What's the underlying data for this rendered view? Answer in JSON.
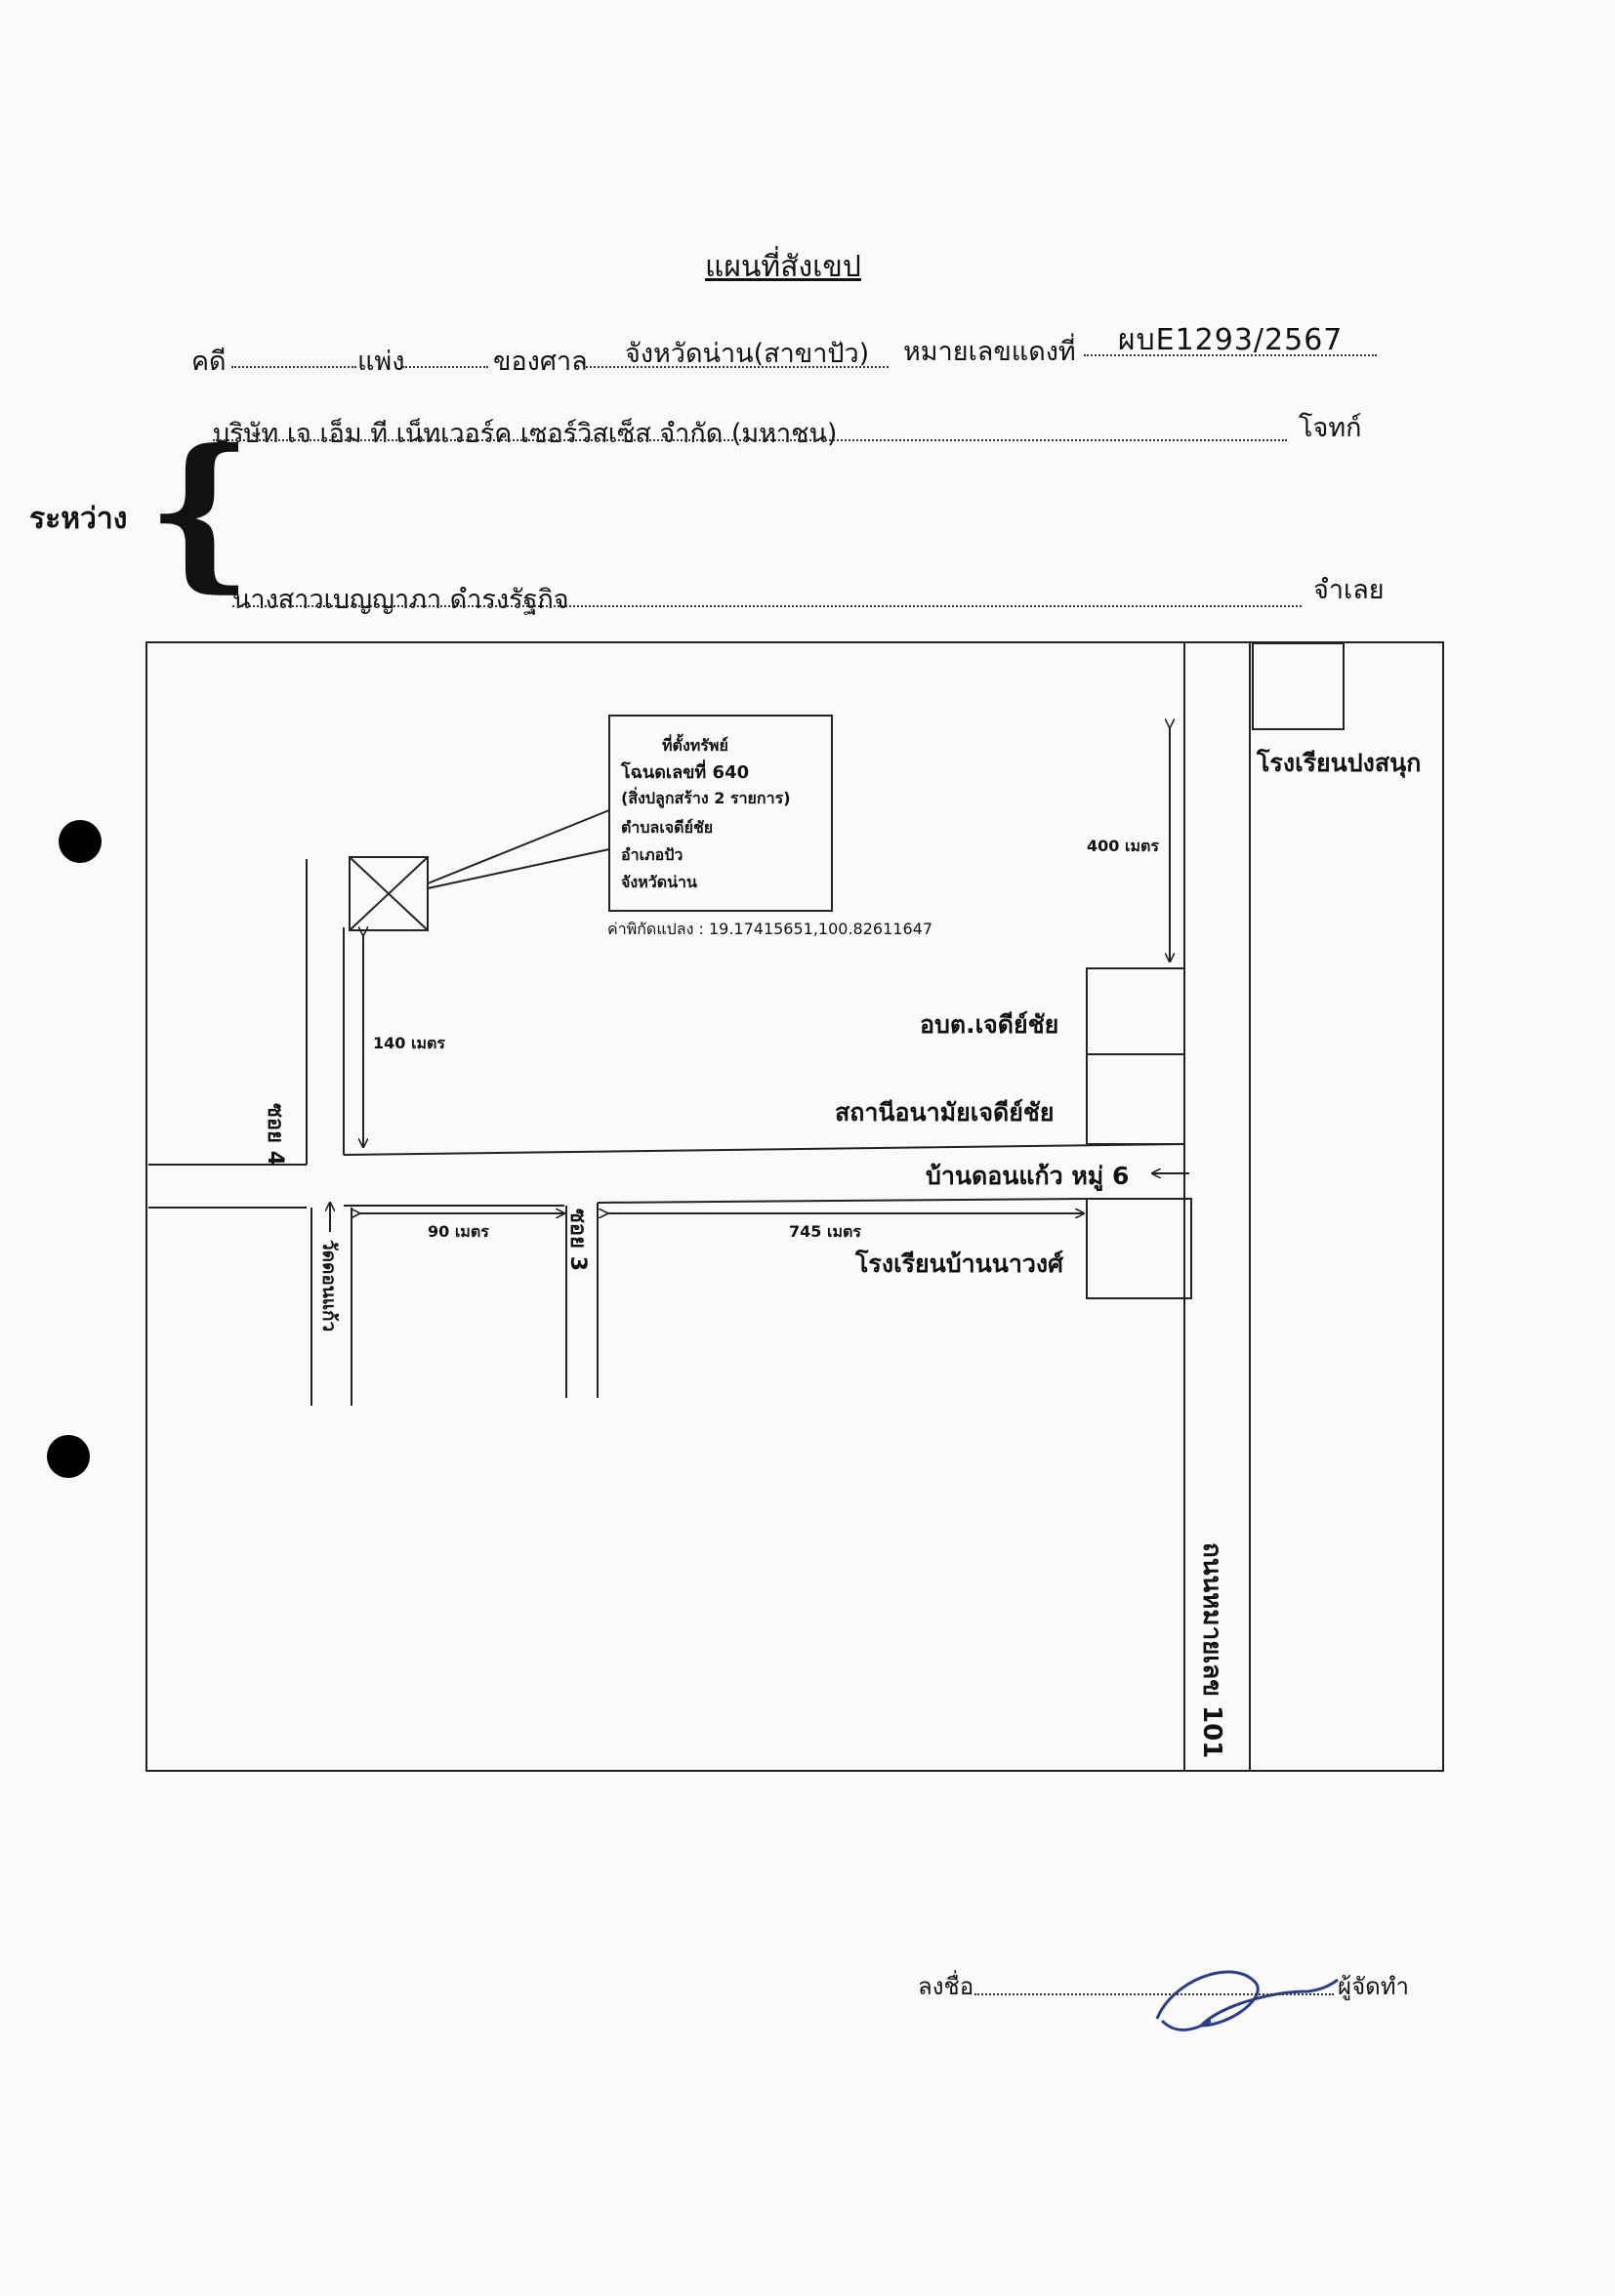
{
  "header": {
    "title": "แผนที่สังเขป"
  },
  "case_line": {
    "case_label": "คดี",
    "case_type": "แพ่ง",
    "court_label": "ของศาล",
    "court_name": "จังหวัดน่าน(สาขาปัว)",
    "red_no_label": "หมายเลขแดงที่",
    "red_no": "ผบE1293/2567"
  },
  "parties": {
    "between_label": "ระหว่าง",
    "brace": "{",
    "plaintiff": "บริษัท เจ เอ็ม ที เน็ทเวอร์ค เซอร์วิสเซ็ส จำกัด (มหาชน)",
    "plaintiff_role": "โจทก์",
    "defendant": "นางสาวเบญญาภา ดำรงรัฐกิจ",
    "defendant_role": "จำเลย"
  },
  "map": {
    "property_box": {
      "line1": "ที่ตั้งทรัพย์",
      "line2": "โฉนดเลขที่ 640",
      "line3": "(สิ่งปลูกสร้าง 2 รายการ)",
      "line4": "ตำบลเจดีย์ชัย",
      "line5": "อำเภอปัว",
      "line6": "จังหวัดน่าน"
    },
    "coordinates": "ค่าพิกัดแปลง : 19.17415651,100.82611647",
    "dist_400": "400 เมตร",
    "dist_140": "140 เมตร",
    "dist_90": "90 เมตร",
    "dist_745": "745 เมตร",
    "soi4": "ซอย 4",
    "soi3": "ซอย 3",
    "wat": "วัดดอนแก้ว",
    "school_top": "โรงเรียนปงสนุก",
    "obt": "อบต.เจดีย์ชัย",
    "health": "สถานีอนามัยเจดีย์ชัย",
    "village": "บ้านดอนแก้ว หมู่ 6",
    "school_bottom": "โรงเรียนบ้านนาวงศ์",
    "highway": "ถนนหมายเลข 101"
  },
  "signature": {
    "sign_label": "ลงชื่อ",
    "role": "ผู้จัดทำ"
  }
}
